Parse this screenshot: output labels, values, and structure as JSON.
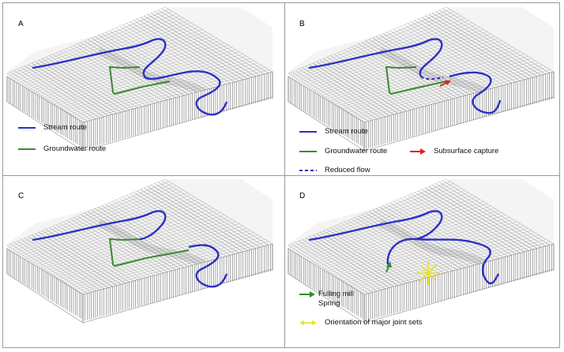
{
  "panels": {
    "a": {
      "letter": "A",
      "legend": {
        "stream": "Stream route",
        "groundwater": "Groundwater route"
      }
    },
    "b": {
      "letter": "B",
      "legend": {
        "stream": "Stream route",
        "groundwater": "Groundwater route",
        "capture": "Subsurface capture",
        "reduced": "Reduced flow"
      }
    },
    "c": {
      "letter": "C"
    },
    "d": {
      "letter": "D",
      "legend": {
        "spring_line1": "Fulling mill",
        "spring_line2": "Spring",
        "joints": "Orientation of major joint sets"
      }
    }
  },
  "colors": {
    "stream": "#2b2fc4",
    "groundwater": "#3a8a2e",
    "capture": "#e02020",
    "joints": "#e8e020",
    "spring": "#2e8b2e"
  }
}
